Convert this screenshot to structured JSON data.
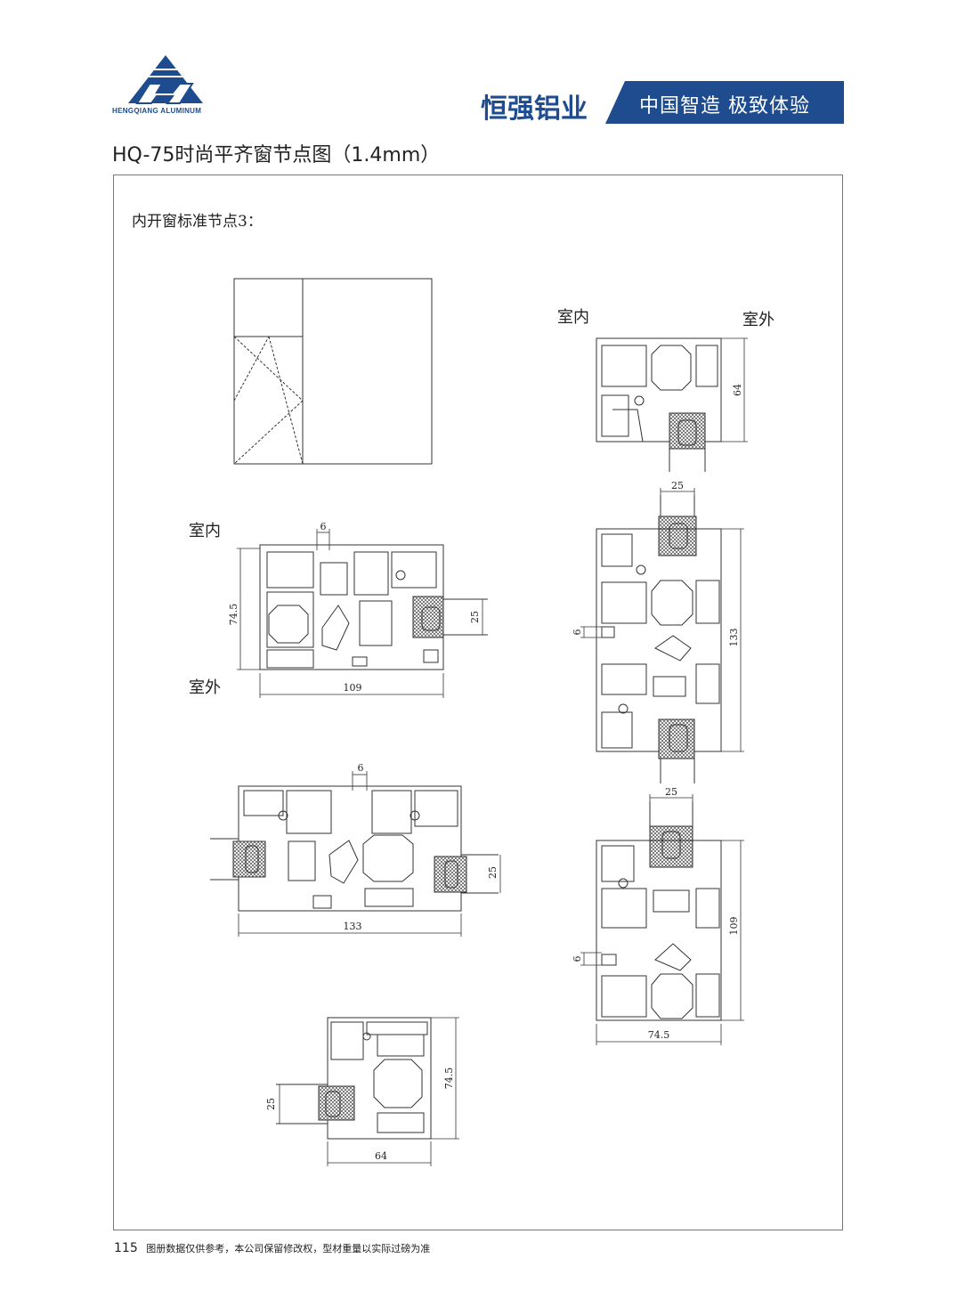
{
  "header": {
    "logo_text": "HENGQIANG ALUMINUM",
    "brand": "恒强铝业",
    "slogan": "中国智造 极致体验",
    "brand_color": "#1f4c8f"
  },
  "page_title": "HQ-75时尚平齐窗节点图（1.4mm）",
  "section_label": "内开窗标准节点3：",
  "labels": {
    "indoor_left": "室内",
    "outdoor_left": "室外",
    "indoor_right": "室内",
    "outdoor_right": "室外"
  },
  "dims": {
    "d1_height": "74.5",
    "d1_width": "109",
    "d1_top": "6",
    "d1_glass": "25",
    "d2_width": "133",
    "d2_top": "6",
    "d2_glass": "25",
    "d3_height": "74.5",
    "d3_width": "64",
    "d3_glass": "25",
    "r1_height": "64",
    "r2_top": "25",
    "r2_height": "133",
    "r2_left": "6",
    "r3_top": "25",
    "r3_height": "109",
    "r3_left": "6",
    "r3_width": "74.5"
  },
  "footer": {
    "page_number": "115",
    "note": "图册数据仅供参考，本公司保留修改权，型材重量以实际过磅为准"
  }
}
